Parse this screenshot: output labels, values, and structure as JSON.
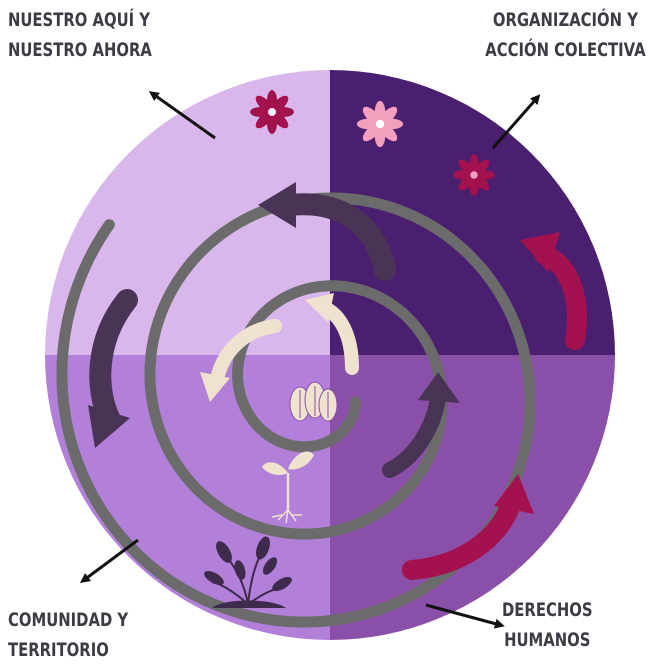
{
  "labels": {
    "top_left": [
      "NUESTRO AQUÍ Y",
      "NUESTRO AHORA"
    ],
    "top_right": [
      "ORGANIZACIÓN Y",
      "ACCIÓN COLECTIVA"
    ],
    "bottom_left": [
      "COMUNIDAD Y",
      "TERRITORIO"
    ],
    "bottom_right": [
      "DERECHOS",
      "HUMANOS"
    ]
  },
  "colors": {
    "q_top_left": "#d9b7ec",
    "q_top_right": "#4b1f6f",
    "q_bottom_left": "#b27fd9",
    "q_bottom_right": "#8a4fa8",
    "spiral": "#6b6b6b",
    "arrow_dark": "#4a3455",
    "arrow_magenta": "#a3124f",
    "arrow_cream": "#efe3cf",
    "flower_dark": "#a3124f",
    "flower_pink": "#f2a0be",
    "text": "#3f3b44"
  },
  "icons": [
    "flower-icon",
    "seeds-icon",
    "sprout-icon",
    "plant-icon"
  ]
}
